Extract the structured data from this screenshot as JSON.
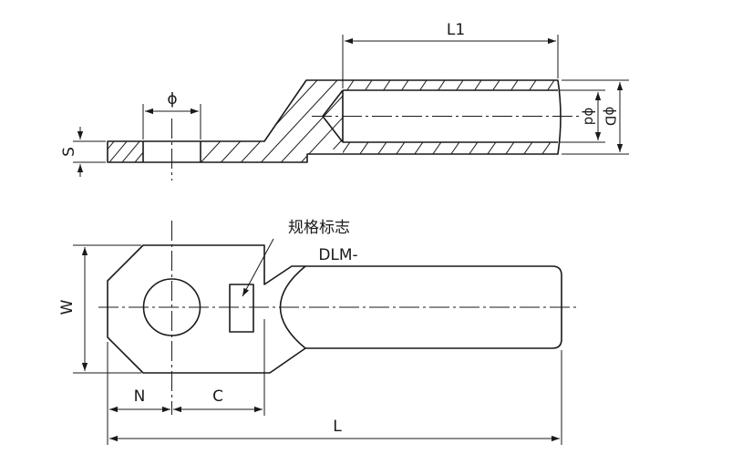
{
  "labels": {
    "L1": "L1",
    "phi": "ϕ",
    "S": "S",
    "phi_d": "ϕd",
    "phi_D": "ϕD",
    "spec_mark": "规格标志",
    "model": "DLM-",
    "W": "W",
    "N": "N",
    "C": "C",
    "L": "L"
  }
}
